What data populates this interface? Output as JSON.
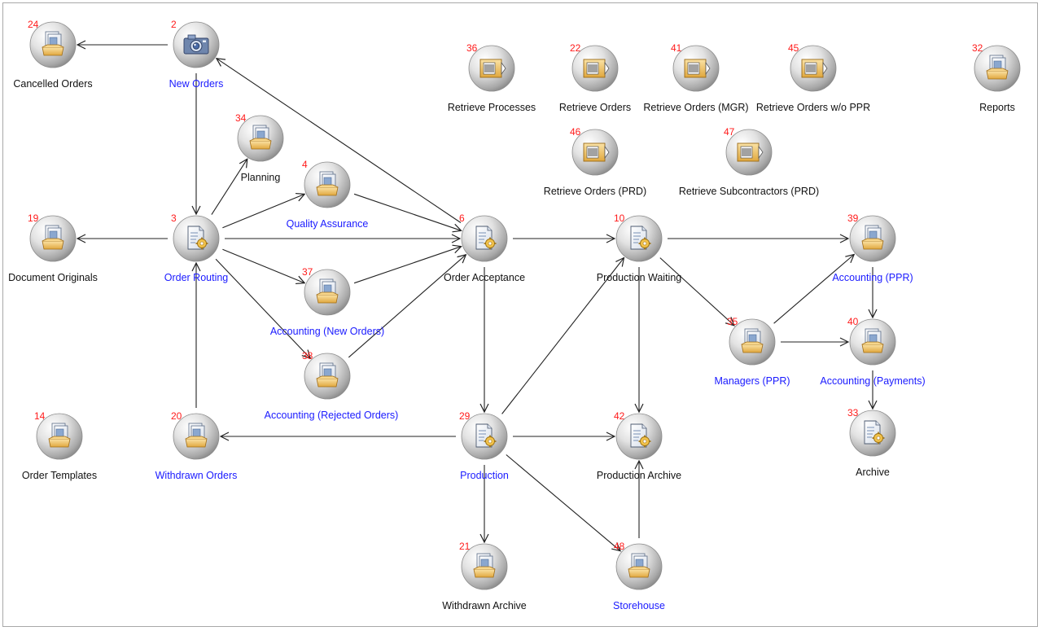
{
  "colors": {
    "number": "#ff1a1a",
    "label_active": "#1a1aff",
    "label_inactive": "#111111",
    "edge": "#222222"
  },
  "nodes": [
    {
      "id": "24",
      "label": "Cancelled Orders",
      "active": false,
      "icon": "folder-documents-icon"
    },
    {
      "id": "2",
      "label": "New Orders",
      "active": true,
      "icon": "camera-icon"
    },
    {
      "id": "34",
      "label": "Planning",
      "active": false,
      "icon": "folder-documents-icon"
    },
    {
      "id": "4",
      "label": "Quality Assurance",
      "active": true,
      "icon": "folder-documents-icon"
    },
    {
      "id": "19",
      "label": "Document Originals",
      "active": false,
      "icon": "folder-documents-icon"
    },
    {
      "id": "3",
      "label": "Order Routing",
      "active": true,
      "icon": "document-gear-icon"
    },
    {
      "id": "37",
      "label": "Accounting (New Orders)",
      "active": true,
      "icon": "folder-documents-icon"
    },
    {
      "id": "38",
      "label": "Accounting (Rejected Orders)",
      "active": true,
      "icon": "folder-documents-icon"
    },
    {
      "id": "14",
      "label": "Order Templates",
      "active": false,
      "icon": "folder-documents-icon"
    },
    {
      "id": "20",
      "label": "Withdrawn Orders",
      "active": true,
      "icon": "folder-documents-icon"
    },
    {
      "id": "6",
      "label": "Order Acceptance",
      "active": false,
      "icon": "document-gear-icon"
    },
    {
      "id": "29",
      "label": "Production",
      "active": true,
      "icon": "document-gear-icon"
    },
    {
      "id": "21",
      "label": "Withdrawn Archive",
      "active": false,
      "icon": "folder-documents-icon"
    },
    {
      "id": "36",
      "label": "Retrieve Processes",
      "active": false,
      "icon": "retrieve-box-icon"
    },
    {
      "id": "22",
      "label": "Retrieve Orders",
      "active": false,
      "icon": "retrieve-box-icon"
    },
    {
      "id": "41",
      "label": "Retrieve Orders (MGR)",
      "active": false,
      "icon": "retrieve-box-icon"
    },
    {
      "id": "45",
      "label": "Retrieve Orders w/o PPR",
      "active": false,
      "icon": "retrieve-box-icon"
    },
    {
      "id": "32",
      "label": "Reports",
      "active": false,
      "icon": "folder-documents-icon"
    },
    {
      "id": "46",
      "label": "Retrieve Orders (PRD)",
      "active": false,
      "icon": "retrieve-box-icon"
    },
    {
      "id": "47",
      "label": "Retrieve Subcontractors (PRD)",
      "active": false,
      "icon": "retrieve-box-icon"
    },
    {
      "id": "10",
      "label": "Production Waiting",
      "active": false,
      "icon": "document-gear-icon"
    },
    {
      "id": "42",
      "label": "Production Archive",
      "active": false,
      "icon": "document-gear-icon"
    },
    {
      "id": "48",
      "label": "Storehouse",
      "active": true,
      "icon": "folder-documents-icon"
    },
    {
      "id": "39",
      "label": "Accounting (PPR)",
      "active": true,
      "icon": "folder-documents-icon"
    },
    {
      "id": "35",
      "label": "Managers (PPR)",
      "active": true,
      "icon": "folder-documents-icon"
    },
    {
      "id": "40",
      "label": "Accounting (Payments)",
      "active": true,
      "icon": "folder-documents-icon"
    },
    {
      "id": "33",
      "label": "Archive",
      "active": false,
      "icon": "document-gear-icon"
    }
  ],
  "edges": [
    {
      "from": "2",
      "to": "24"
    },
    {
      "from": "2",
      "to": "3"
    },
    {
      "from": "3",
      "to": "19"
    },
    {
      "from": "3",
      "to": "34"
    },
    {
      "from": "3",
      "to": "4"
    },
    {
      "from": "3",
      "to": "6"
    },
    {
      "from": "3",
      "to": "37"
    },
    {
      "from": "3",
      "to": "38"
    },
    {
      "from": "20",
      "to": "3"
    },
    {
      "from": "4",
      "to": "6"
    },
    {
      "from": "37",
      "to": "6"
    },
    {
      "from": "38",
      "to": "6"
    },
    {
      "from": "6",
      "to": "2"
    },
    {
      "from": "6",
      "to": "10"
    },
    {
      "from": "6",
      "to": "29"
    },
    {
      "from": "29",
      "to": "20"
    },
    {
      "from": "29",
      "to": "21"
    },
    {
      "from": "29",
      "to": "10"
    },
    {
      "from": "29",
      "to": "42"
    },
    {
      "from": "29",
      "to": "48"
    },
    {
      "from": "48",
      "to": "42"
    },
    {
      "from": "10",
      "to": "42"
    },
    {
      "from": "10",
      "to": "39"
    },
    {
      "from": "10",
      "to": "35"
    },
    {
      "from": "35",
      "to": "39"
    },
    {
      "from": "35",
      "to": "40"
    },
    {
      "from": "39",
      "to": "40"
    },
    {
      "from": "40",
      "to": "33"
    }
  ]
}
